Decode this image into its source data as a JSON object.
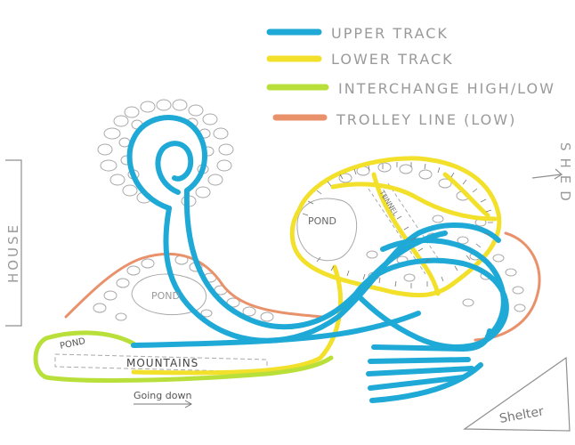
{
  "colors": {
    "upper": "#1fa9d6",
    "lower": "#f2e02a",
    "interchange": "#b9e03a",
    "trolley": "#e8916b",
    "pencil": "#8f8f8f",
    "paper": "#ffffff"
  },
  "legend": [
    {
      "key": "upper",
      "label": "UPPER TRACK"
    },
    {
      "key": "lower",
      "label": "LOWER TRACK"
    },
    {
      "key": "interchange",
      "label": "INTERCHANGE HIGH/LOW"
    },
    {
      "key": "trolley",
      "label": "TROLLEY LINE (LOW)"
    }
  ],
  "labels": {
    "house": "HOUSE",
    "shed": "SHED",
    "shelter": "Shelter",
    "pond_center": "POND",
    "pond_right": "POND",
    "pond_left": "POND",
    "tunnel": "TUNNEL",
    "mountains": "MOUNTAINS",
    "going_down": "Going down"
  }
}
